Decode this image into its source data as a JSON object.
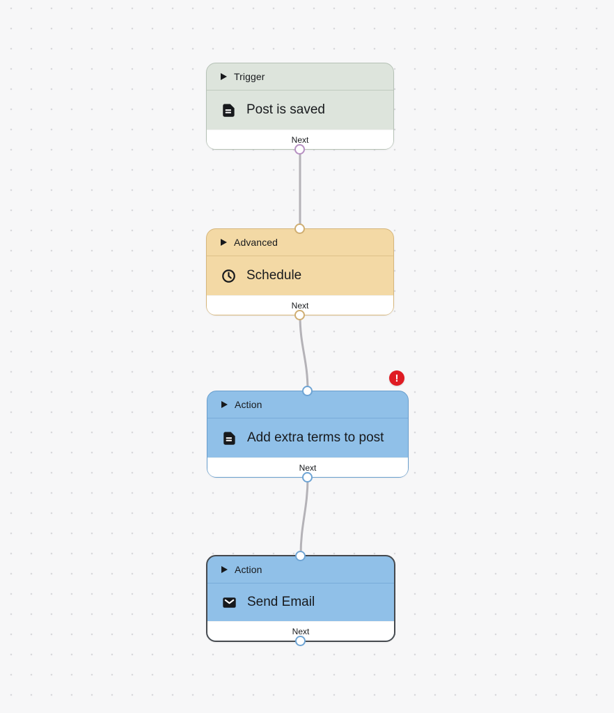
{
  "canvas": {
    "background_color": "#f7f7f8",
    "dot_color": "#d9d9dc",
    "connector_color": "#b4b2b7"
  },
  "nodes": [
    {
      "category": "Trigger",
      "title": "Post is saved",
      "icon": "document-icon",
      "footer_label": "Next",
      "fill_color": "#dde4dc",
      "border_color": "#b6c2b6",
      "port_color": "#b68fc2"
    },
    {
      "category": "Advanced",
      "title": "Schedule",
      "icon": "clock-icon",
      "footer_label": "Next",
      "fill_color": "#f3d9a5",
      "border_color": "#d6b67b",
      "port_color": "#cfae72"
    },
    {
      "category": "Action",
      "title": "Add extra terms to post",
      "icon": "document-icon",
      "footer_label": "Next",
      "fill_color": "#90c0e8",
      "border_color": "#689ecd",
      "port_color": "#6ea4d4",
      "has_error": true
    },
    {
      "category": "Action",
      "title": "Send Email",
      "icon": "email-icon",
      "footer_label": "Next",
      "fill_color": "#90c0e8",
      "border_color": "#45494e",
      "port_color": "#6ea4d4",
      "selected": true
    }
  ],
  "error_badge": {
    "symbol": "!",
    "color": "#df1b23"
  }
}
